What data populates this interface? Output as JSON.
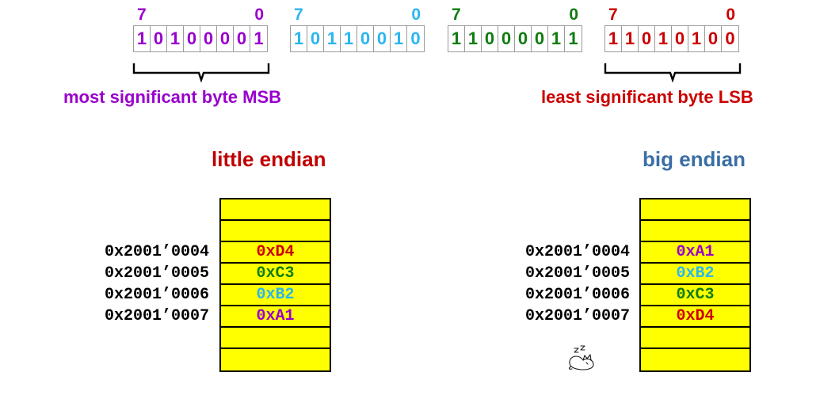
{
  "colors": {
    "msb_purple": "#9900CC",
    "byte2_cyan": "#2AB6F0",
    "byte3_green": "#107C10",
    "lsb_red": "#CC0000",
    "little_endian_heading": "#C00000",
    "big_endian_heading": "#3A6EA5",
    "cell_fill": "#FFFF00",
    "cell_border": "#000000",
    "bit_border": "#9A9A9A",
    "address_text": "#000000"
  },
  "bitfield": {
    "bytes": [
      {
        "name": "byte-msb",
        "color": "#9900CC",
        "index_high": "7",
        "index_low": "0",
        "bits": [
          "1",
          "0",
          "1",
          "0",
          "0",
          "0",
          "0",
          "1"
        ],
        "hex": "0xA1"
      },
      {
        "name": "byte-2",
        "color": "#2AB6F0",
        "index_high": "7",
        "index_low": "0",
        "bits": [
          "1",
          "0",
          "1",
          "1",
          "0",
          "0",
          "1",
          "0"
        ],
        "hex": "0xB2"
      },
      {
        "name": "byte-3",
        "color": "#107C10",
        "index_high": "7",
        "index_low": "0",
        "bits": [
          "1",
          "1",
          "0",
          "0",
          "0",
          "0",
          "1",
          "1"
        ],
        "hex": "0xC3"
      },
      {
        "name": "byte-lsb",
        "color": "#CC0000",
        "index_high": "7",
        "index_low": "0",
        "bits": [
          "1",
          "1",
          "0",
          "1",
          "0",
          "1",
          "0",
          "0"
        ],
        "hex": "0xD4"
      }
    ],
    "captions": {
      "msb": "most significant byte MSB",
      "lsb": "least significant byte LSB"
    }
  },
  "panels": {
    "little": {
      "heading": "little endian",
      "heading_color": "#C00000",
      "addresses": [
        "0x2001’0004",
        "0x2001’0005",
        "0x2001’0006",
        "0x2001’0007"
      ],
      "rows": [
        {
          "value": "",
          "color": "#000000"
        },
        {
          "value": "",
          "color": "#000000"
        },
        {
          "value": "0xD4",
          "color": "#CC0000"
        },
        {
          "value": "0xC3",
          "color": "#107C10"
        },
        {
          "value": "0xB2",
          "color": "#2AB6F0"
        },
        {
          "value": "0xA1",
          "color": "#9900CC"
        },
        {
          "value": "",
          "color": "#000000"
        },
        {
          "value": "",
          "color": "#000000"
        }
      ]
    },
    "big": {
      "heading": "big endian",
      "heading_color": "#3A6EA5",
      "addresses": [
        "0x2001’0004",
        "0x2001’0005",
        "0x2001’0006",
        "0x2001’0007"
      ],
      "rows": [
        {
          "value": "",
          "color": "#000000"
        },
        {
          "value": "",
          "color": "#000000"
        },
        {
          "value": "0xA1",
          "color": "#9900CC"
        },
        {
          "value": "0xB2",
          "color": "#2AB6F0"
        },
        {
          "value": "0xC3",
          "color": "#107C10"
        },
        {
          "value": "0xD4",
          "color": "#CC0000"
        },
        {
          "value": "",
          "color": "#000000"
        },
        {
          "value": "",
          "color": "#000000"
        }
      ]
    }
  },
  "doodle": {
    "name": "sleeping-cat-icon",
    "zzz": "z z"
  }
}
